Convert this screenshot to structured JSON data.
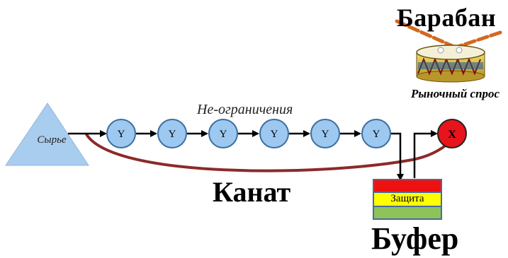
{
  "drum_title": "Барабан",
  "market_label": "Рыночный спрос",
  "non_constraints_label": "Не-ограничения",
  "rope_label": "Канат",
  "buffer_label": "Буфер",
  "raw_material_label": "Сырье",
  "protection_label": "Защита",
  "stage_nodes": [
    "Y",
    "Y",
    "Y",
    "Y",
    "Y",
    "Y"
  ],
  "constraint_node": "X",
  "colors": {
    "triangle": "#a9cdee",
    "node_fill": "#9dc8f0",
    "constraint_fill": "#e8141c",
    "rope": "#8c2a2a",
    "buffer_top": "#ef1010",
    "buffer_middle": "#ffff00",
    "buffer_bottom": "#8dc35a",
    "drumsticks": "#d2691e"
  },
  "icons": [
    "drum-icon",
    "drumstick-icon"
  ]
}
